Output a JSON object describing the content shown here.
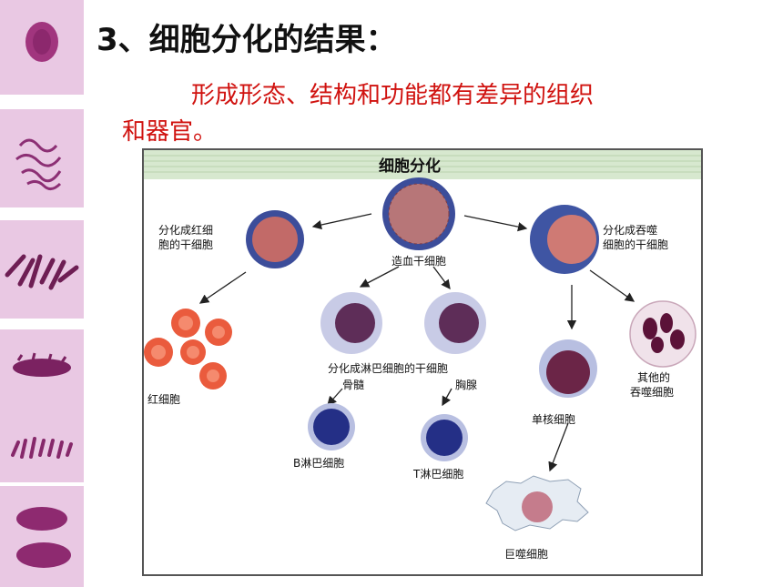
{
  "slide": {
    "title": "3、细胞分化的结果：",
    "subtitle_line1": "形成形态、结构和功能都有差异的组织",
    "subtitle_line2": "和器官。"
  },
  "diagram": {
    "header": "细胞分化",
    "labels": {
      "hematopoietic_stem": "造血干细胞",
      "rbc_stem_1": "分化成红细",
      "rbc_stem_2": "胞的干细胞",
      "phago_stem_1": "分化成吞噬",
      "phago_stem_2": "细胞的干细胞",
      "lymph_stem": "分化成淋巴细胞的干细胞",
      "bone_marrow": "骨髓",
      "thymus": "胸腺",
      "red_blood_cell": "红细胞",
      "b_lymphocyte": "B淋巴细胞",
      "t_lymphocyte": "T淋巴细胞",
      "monocyte": "单核细胞",
      "other_phago_1": "其他的",
      "other_phago_2": "吞噬细胞",
      "macrophage": "巨噬细胞"
    }
  },
  "colors": {
    "title": "#111111",
    "subtitle": "#d0120f",
    "header_band": "#d7e8cf",
    "side_strip": "#e9c8e3"
  }
}
